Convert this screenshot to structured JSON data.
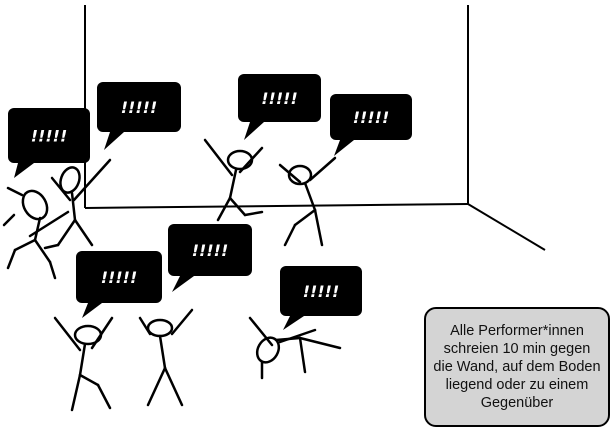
{
  "bubble_label": "!!!!!",
  "note": {
    "lines": [
      "Alle Performer*innen",
      "schreien 10 min gegen",
      "die Wand, auf dem Boden",
      "liegend oder zu einem",
      "Gegenüber"
    ]
  },
  "colors": {
    "ink": "#000000",
    "bubble_fill": "#000000",
    "note_fill": "#d4d4d4"
  }
}
